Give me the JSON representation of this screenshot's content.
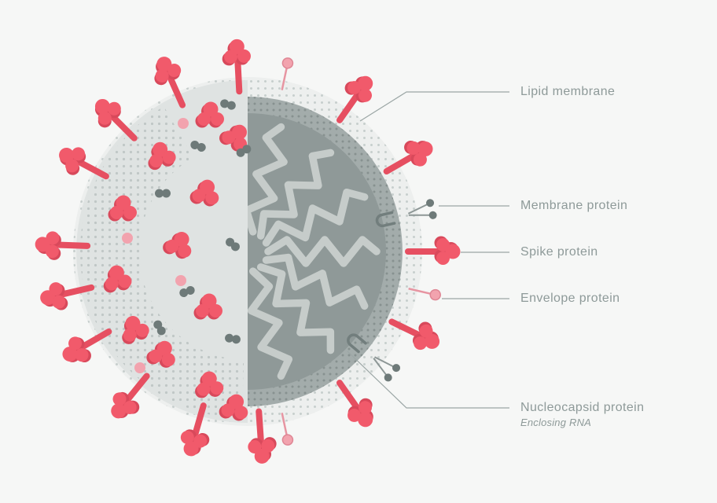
{
  "diagram": {
    "subject": "coronavirus-cross-section",
    "labels": {
      "lipid": "Lipid membrane",
      "membrane": "Membrane protein",
      "spike": "Spike protein",
      "envelope": "Envelope protein",
      "nucleocapsid": "Nucleocapsid protein",
      "nucleocapsid_sub": "Enclosing RNA"
    },
    "colors": {
      "background": "#f6f7f6",
      "body_light": "#dfe3e2",
      "outer_ring": "#edefee",
      "mid_band": "#a3acab",
      "interior_dark": "#8f9998",
      "rna_ribbon": "#c6ccca",
      "spike_red": "#f15a6b",
      "spike_red_dark": "#d8495b",
      "envelope_pink": "#f2a3ae",
      "membrane_gray": "#6e7a79",
      "label_text": "#8e9a99",
      "label_line": "#9ba6a5"
    }
  }
}
